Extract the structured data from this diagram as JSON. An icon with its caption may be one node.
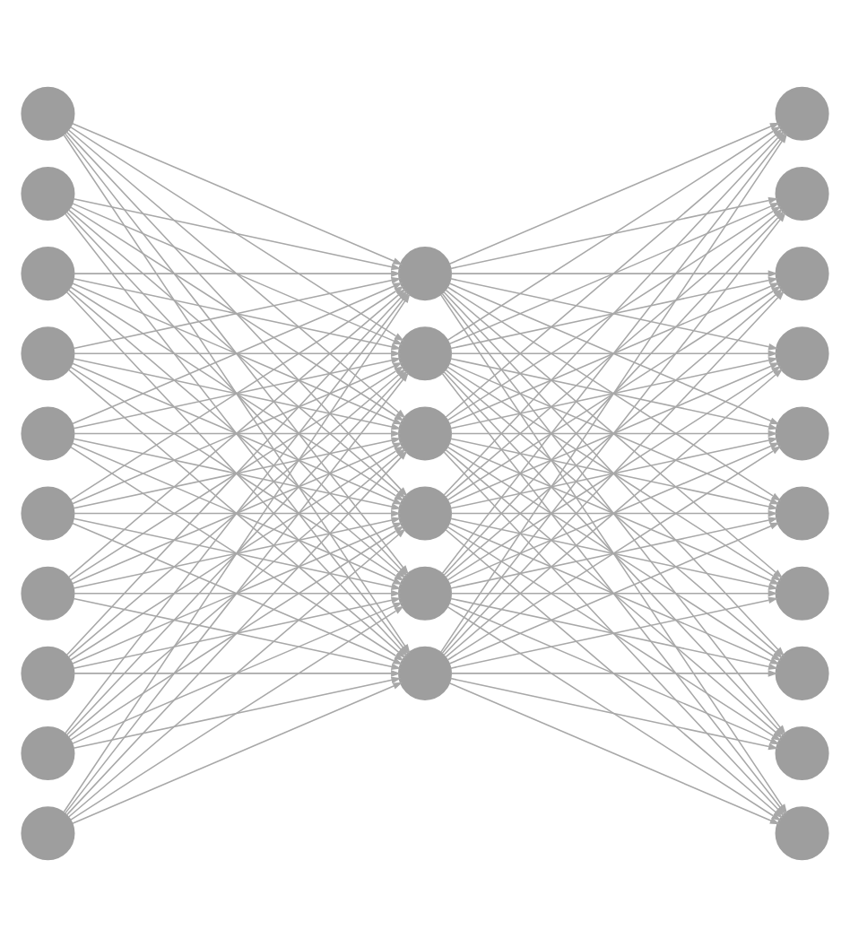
{
  "diagram": {
    "nodes": [
      {
        "text": [],
        "shape": "circle"
      },
      {
        "text": [],
        "shape": "circle"
      },
      {
        "text": [],
        "shape": "circle"
      },
      {
        "text": [],
        "shape": "circle"
      },
      {
        "text": [],
        "shape": "circle"
      },
      {
        "text": [],
        "shape": "circle"
      },
      {
        "text": [],
        "shape": "circle"
      },
      {
        "text": [],
        "shape": "circle"
      },
      {
        "text": [],
        "shape": "circle"
      },
      {
        "text": [],
        "shape": "circle"
      },
      {
        "text": [],
        "shape": "circle"
      },
      {
        "text": [],
        "shape": "circle"
      },
      {
        "text": [],
        "shape": "circle"
      },
      {
        "text": [],
        "shape": "circle"
      },
      {
        "text": [],
        "shape": "circle"
      },
      {
        "text": [],
        "shape": "circle"
      },
      {
        "text": [],
        "shape": "circle"
      },
      {
        "text": [],
        "shape": "circle"
      },
      {
        "text": [],
        "shape": "circle"
      },
      {
        "text": [],
        "shape": "circle"
      },
      {
        "text": [],
        "shape": "circle"
      },
      {
        "text": [],
        "shape": "circle"
      },
      {
        "text": [],
        "shape": "circle"
      },
      {
        "text": [],
        "shape": "circle"
      },
      {
        "text": [],
        "shape": "circle"
      },
      {
        "text": [],
        "shape": "circle"
      }
    ],
    "edges": [
      {
        "from": 0,
        "to": 10,
        "arrow": "to"
      },
      {
        "from": 0,
        "to": 11,
        "arrow": "to"
      },
      {
        "from": 0,
        "to": 12,
        "arrow": "to"
      },
      {
        "from": 0,
        "to": 13,
        "arrow": "to"
      },
      {
        "from": 0,
        "to": 14,
        "arrow": "to"
      },
      {
        "from": 0,
        "to": 15,
        "arrow": "to"
      },
      {
        "from": 1,
        "to": 10,
        "arrow": "to"
      },
      {
        "from": 1,
        "to": 11,
        "arrow": "to"
      },
      {
        "from": 1,
        "to": 12,
        "arrow": "to"
      },
      {
        "from": 1,
        "to": 13,
        "arrow": "to"
      },
      {
        "from": 1,
        "to": 14,
        "arrow": "to"
      },
      {
        "from": 1,
        "to": 15,
        "arrow": "to"
      },
      {
        "from": 2,
        "to": 10,
        "arrow": "to"
      },
      {
        "from": 2,
        "to": 11,
        "arrow": "to"
      },
      {
        "from": 2,
        "to": 12,
        "arrow": "to"
      },
      {
        "from": 2,
        "to": 13,
        "arrow": "to"
      },
      {
        "from": 2,
        "to": 14,
        "arrow": "to"
      },
      {
        "from": 2,
        "to": 15,
        "arrow": "to"
      },
      {
        "from": 3,
        "to": 10,
        "arrow": "to"
      },
      {
        "from": 3,
        "to": 11,
        "arrow": "to"
      },
      {
        "from": 3,
        "to": 12,
        "arrow": "to"
      },
      {
        "from": 3,
        "to": 13,
        "arrow": "to"
      },
      {
        "from": 3,
        "to": 14,
        "arrow": "to"
      },
      {
        "from": 3,
        "to": 15,
        "arrow": "to"
      },
      {
        "from": 4,
        "to": 10,
        "arrow": "to"
      },
      {
        "from": 4,
        "to": 11,
        "arrow": "to"
      },
      {
        "from": 4,
        "to": 12,
        "arrow": "to"
      },
      {
        "from": 4,
        "to": 13,
        "arrow": "to"
      },
      {
        "from": 4,
        "to": 14,
        "arrow": "to"
      },
      {
        "from": 4,
        "to": 15,
        "arrow": "to"
      },
      {
        "from": 5,
        "to": 10,
        "arrow": "to"
      },
      {
        "from": 5,
        "to": 11,
        "arrow": "to"
      },
      {
        "from": 5,
        "to": 12,
        "arrow": "to"
      },
      {
        "from": 5,
        "to": 13,
        "arrow": "to"
      },
      {
        "from": 5,
        "to": 14,
        "arrow": "to"
      },
      {
        "from": 5,
        "to": 15,
        "arrow": "to"
      },
      {
        "from": 6,
        "to": 10,
        "arrow": "to"
      },
      {
        "from": 6,
        "to": 11,
        "arrow": "to"
      },
      {
        "from": 6,
        "to": 12,
        "arrow": "to"
      },
      {
        "from": 6,
        "to": 13,
        "arrow": "to"
      },
      {
        "from": 6,
        "to": 14,
        "arrow": "to"
      },
      {
        "from": 6,
        "to": 15,
        "arrow": "to"
      },
      {
        "from": 7,
        "to": 10,
        "arrow": "to"
      },
      {
        "from": 7,
        "to": 11,
        "arrow": "to"
      },
      {
        "from": 7,
        "to": 12,
        "arrow": "to"
      },
      {
        "from": 7,
        "to": 13,
        "arrow": "to"
      },
      {
        "from": 7,
        "to": 14,
        "arrow": "to"
      },
      {
        "from": 7,
        "to": 15,
        "arrow": "to"
      },
      {
        "from": 8,
        "to": 10,
        "arrow": "to"
      },
      {
        "from": 8,
        "to": 11,
        "arrow": "to"
      },
      {
        "from": 8,
        "to": 12,
        "arrow": "to"
      },
      {
        "from": 8,
        "to": 13,
        "arrow": "to"
      },
      {
        "from": 8,
        "to": 14,
        "arrow": "to"
      },
      {
        "from": 8,
        "to": 15,
        "arrow": "to"
      },
      {
        "from": 9,
        "to": 10,
        "arrow": "to"
      },
      {
        "from": 9,
        "to": 11,
        "arrow": "to"
      },
      {
        "from": 9,
        "to": 12,
        "arrow": "to"
      },
      {
        "from": 9,
        "to": 13,
        "arrow": "to"
      },
      {
        "from": 9,
        "to": 14,
        "arrow": "to"
      },
      {
        "from": 9,
        "to": 15,
        "arrow": "to"
      },
      {
        "from": 10,
        "to": 16,
        "arrow": "to"
      },
      {
        "from": 10,
        "to": 17,
        "arrow": "to"
      },
      {
        "from": 10,
        "to": 18,
        "arrow": "to"
      },
      {
        "from": 10,
        "to": 19,
        "arrow": "to"
      },
      {
        "from": 10,
        "to": 20,
        "arrow": "to"
      },
      {
        "from": 10,
        "to": 21,
        "arrow": "to"
      },
      {
        "from": 10,
        "to": 22,
        "arrow": "to"
      },
      {
        "from": 10,
        "to": 23,
        "arrow": "to"
      },
      {
        "from": 10,
        "to": 24,
        "arrow": "to"
      },
      {
        "from": 10,
        "to": 25,
        "arrow": "to"
      },
      {
        "from": 11,
        "to": 16,
        "arrow": "to"
      },
      {
        "from": 11,
        "to": 17,
        "arrow": "to"
      },
      {
        "from": 11,
        "to": 18,
        "arrow": "to"
      },
      {
        "from": 11,
        "to": 19,
        "arrow": "to"
      },
      {
        "from": 11,
        "to": 20,
        "arrow": "to"
      },
      {
        "from": 11,
        "to": 21,
        "arrow": "to"
      },
      {
        "from": 11,
        "to": 22,
        "arrow": "to"
      },
      {
        "from": 11,
        "to": 23,
        "arrow": "to"
      },
      {
        "from": 11,
        "to": 24,
        "arrow": "to"
      },
      {
        "from": 11,
        "to": 25,
        "arrow": "to"
      },
      {
        "from": 12,
        "to": 16,
        "arrow": "to"
      },
      {
        "from": 12,
        "to": 17,
        "arrow": "to"
      },
      {
        "from": 12,
        "to": 18,
        "arrow": "to"
      },
      {
        "from": 12,
        "to": 19,
        "arrow": "to"
      },
      {
        "from": 12,
        "to": 20,
        "arrow": "to"
      },
      {
        "from": 12,
        "to": 21,
        "arrow": "to"
      },
      {
        "from": 12,
        "to": 22,
        "arrow": "to"
      },
      {
        "from": 12,
        "to": 23,
        "arrow": "to"
      },
      {
        "from": 12,
        "to": 24,
        "arrow": "to"
      },
      {
        "from": 12,
        "to": 25,
        "arrow": "to"
      },
      {
        "from": 13,
        "to": 16,
        "arrow": "to"
      },
      {
        "from": 13,
        "to": 17,
        "arrow": "to"
      },
      {
        "from": 13,
        "to": 18,
        "arrow": "to"
      },
      {
        "from": 13,
        "to": 19,
        "arrow": "to"
      },
      {
        "from": 13,
        "to": 20,
        "arrow": "to"
      },
      {
        "from": 13,
        "to": 21,
        "arrow": "to"
      },
      {
        "from": 13,
        "to": 22,
        "arrow": "to"
      },
      {
        "from": 13,
        "to": 23,
        "arrow": "to"
      },
      {
        "from": 13,
        "to": 24,
        "arrow": "to"
      },
      {
        "from": 13,
        "to": 25,
        "arrow": "to"
      },
      {
        "from": 14,
        "to": 16,
        "arrow": "to"
      },
      {
        "from": 14,
        "to": 17,
        "arrow": "to"
      },
      {
        "from": 14,
        "to": 18,
        "arrow": "to"
      },
      {
        "from": 14,
        "to": 19,
        "arrow": "to"
      },
      {
        "from": 14,
        "to": 20,
        "arrow": "to"
      },
      {
        "from": 14,
        "to": 21,
        "arrow": "to"
      },
      {
        "from": 14,
        "to": 22,
        "arrow": "to"
      },
      {
        "from": 14,
        "to": 23,
        "arrow": "to"
      },
      {
        "from": 14,
        "to": 24,
        "arrow": "to"
      },
      {
        "from": 14,
        "to": 25,
        "arrow": "to"
      },
      {
        "from": 15,
        "to": 16,
        "arrow": "to"
      },
      {
        "from": 15,
        "to": 17,
        "arrow": "to"
      },
      {
        "from": 15,
        "to": 18,
        "arrow": "to"
      },
      {
        "from": 15,
        "to": 19,
        "arrow": "to"
      },
      {
        "from": 15,
        "to": 20,
        "arrow": "to"
      },
      {
        "from": 15,
        "to": 21,
        "arrow": "to"
      },
      {
        "from": 15,
        "to": 22,
        "arrow": "to"
      },
      {
        "from": 15,
        "to": 23,
        "arrow": "to"
      },
      {
        "from": 15,
        "to": 24,
        "arrow": "to"
      },
      {
        "from": 15,
        "to": 25,
        "arrow": "to"
      }
    ]
  }
}
